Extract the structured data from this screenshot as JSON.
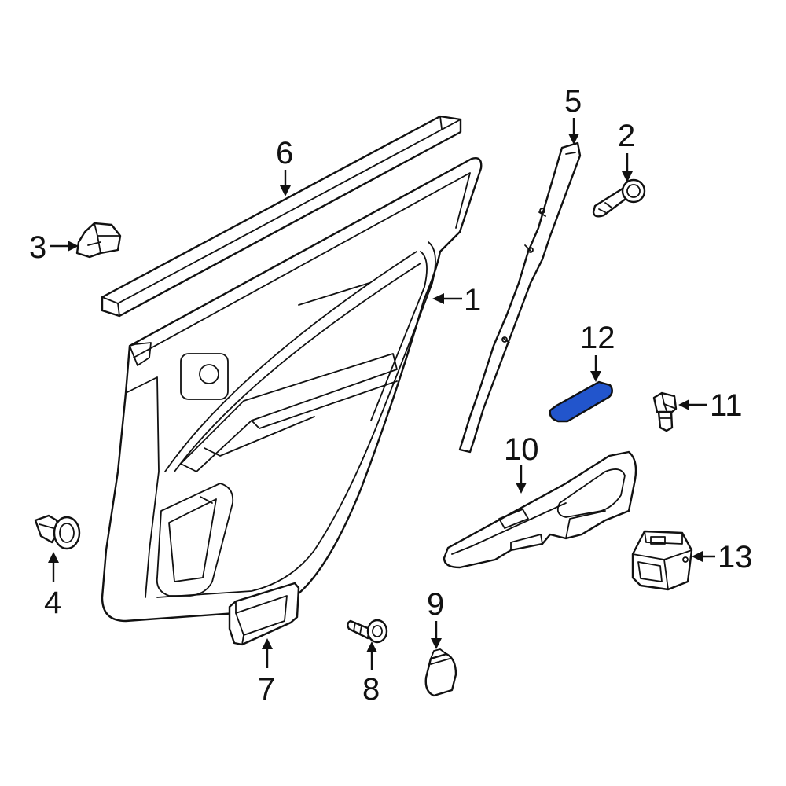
{
  "colors": {
    "highlight": "#2255cc",
    "line": "#111111",
    "background": "#ffffff"
  },
  "callouts": {
    "c1": "1",
    "c2": "2",
    "c3": "3",
    "c4": "4",
    "c5": "5",
    "c6": "6",
    "c7": "7",
    "c8": "8",
    "c9": "9",
    "c10": "10",
    "c11": "11",
    "c12": "12",
    "c13": "13"
  }
}
